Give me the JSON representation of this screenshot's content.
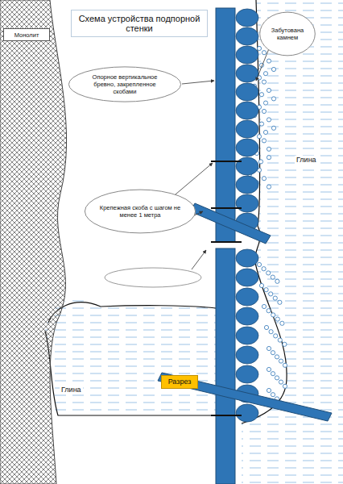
{
  "diagram": {
    "title": "Схема устройства подпорной стенки",
    "nodes": [
      {
        "text": [
          "Монолит"
        ]
      },
      {
        "text": [
          "Опорное вертикальное бревно, закрепленное скобами"
        ]
      },
      {
        "text": [
          "Забутована камнем"
        ]
      },
      {
        "text": [
          "Крепежная скоба с шагом не менее 1 метра"
        ]
      },
      {
        "text": [
          "Разрез"
        ]
      }
    ],
    "labels": [
      "Глина",
      "Глина"
    ]
  }
}
